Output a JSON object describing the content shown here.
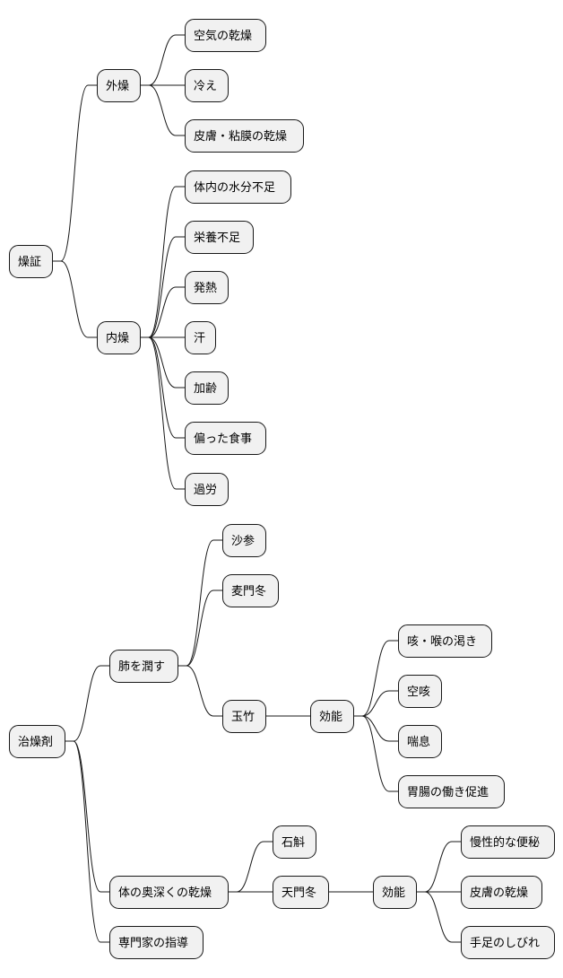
{
  "colors": {
    "background": "#ffffff",
    "node_fill": "#f1f1f1",
    "node_stroke": "#181818",
    "edge": "#181818",
    "text": "#000000"
  },
  "nodes": {
    "n0": "燥証",
    "n1": "外燥",
    "n2": "空気の乾燥",
    "n3": "冷え",
    "n4": "皮膚・粘膜の乾燥",
    "n5": "内燥",
    "n6": "体内の水分不足",
    "n7": "栄養不足",
    "n8": "発熱",
    "n9": "汗",
    "n10": "加齢",
    "n11": "偏った食事",
    "n12": "過労",
    "n13": "治燥剤",
    "n14": "肺を潤す",
    "n15": "沙参",
    "n16": "麦門冬",
    "n17": "玉竹",
    "n18": "効能",
    "n19": "咳・喉の渇き",
    "n20": "空咳",
    "n21": "喘息",
    "n22": "胃腸の働き促進",
    "n23": "体の奥深くの乾燥",
    "n24": "石斛",
    "n25": "天門冬",
    "n26": "効能",
    "n27": "慢性的な便秘",
    "n28": "皮膚の乾燥",
    "n29": "手足のしびれ",
    "n30": "専門家の指導"
  }
}
